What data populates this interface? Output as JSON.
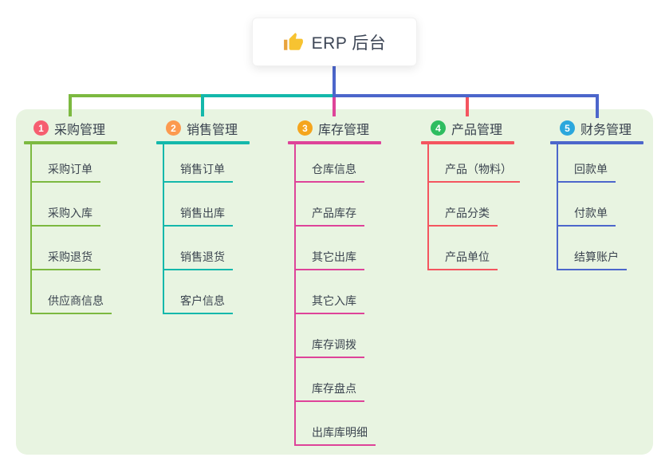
{
  "root": {
    "label": "ERP 后台",
    "icon": "thumbs-up-icon"
  },
  "branches": [
    {
      "index": "1",
      "label": "采购管理",
      "badge_color": "#f65e70",
      "line_color": "#7cb940",
      "children": [
        "采购订单",
        "采购入库",
        "采购退货",
        "供应商信息"
      ]
    },
    {
      "index": "2",
      "label": "销售管理",
      "badge_color": "#fc9a4f",
      "line_color": "#14b8ab",
      "children": [
        "销售订单",
        "销售出库",
        "销售退货",
        "客户信息"
      ]
    },
    {
      "index": "3",
      "label": "库存管理",
      "badge_color": "#f5a51d",
      "line_color": "#de4399",
      "children": [
        "仓库信息",
        "产品库存",
        "其它出库",
        "其它入库",
        "库存调拨",
        "库存盘点",
        "出库库明细"
      ]
    },
    {
      "index": "4",
      "label": "产品管理",
      "badge_color": "#2ebd60",
      "line_color": "#f4555f",
      "children": [
        "产品（物料）",
        "产品分类",
        "产品单位"
      ]
    },
    {
      "index": "5",
      "label": "财务管理",
      "badge_color": "#2ba7dd",
      "line_color": "#4c66cb",
      "children": [
        "回款单",
        "付款单",
        "结算账户"
      ]
    }
  ],
  "colors": {
    "canvas_bg": "#ffffff",
    "panel_bg": "#e8f4e1",
    "connector_blue": "#4c66cb",
    "root_text": "#3d4656",
    "header_text": "#39424e",
    "child_text": "#3c4550",
    "thumb_icon": "#f7c331"
  }
}
